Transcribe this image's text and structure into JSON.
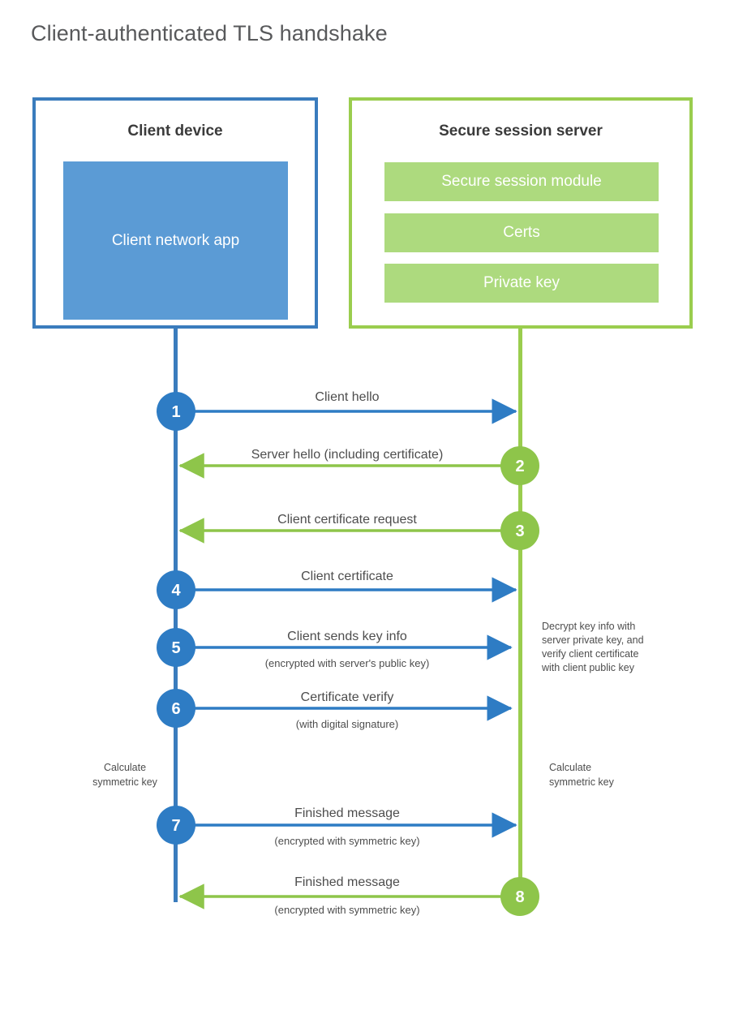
{
  "title": "Client-authenticated TLS handshake",
  "colors": {
    "client_accent": "#3a7cbd",
    "client_block": "#5b9bd5",
    "client_circle": "#2e7cc4",
    "server_accent": "#9acd4e",
    "server_block": "#adda7e",
    "server_circle": "#8ec54a",
    "text": "#4d4d4d",
    "title_text": "#58595b",
    "background": "#ffffff"
  },
  "client": {
    "title": "Client device",
    "block_label": "Client network app",
    "block_line1": "Client network",
    "block_line2": "app",
    "note_line1": "Calculate",
    "note_line2": "symmetric key"
  },
  "server": {
    "title": "Secure session server",
    "blocks": [
      {
        "label": "Secure session module"
      },
      {
        "label": "Certs"
      },
      {
        "label": "Private key"
      }
    ],
    "note_line1": "Calculate",
    "note_line2": "symmetric key",
    "process_note": {
      "line1": "Decrypt key info with",
      "line2": "server private key, and",
      "line3": "verify client certificate",
      "line4": "with client public key"
    }
  },
  "steps": [
    {
      "number": "1",
      "label": "Client hello",
      "sublabel": "",
      "direction": "client-to-server",
      "origin": "client"
    },
    {
      "number": "2",
      "label": "Server hello (including certificate)",
      "sublabel": "",
      "direction": "server-to-client",
      "origin": "server"
    },
    {
      "number": "3",
      "label": "Client certificate request",
      "sublabel": "",
      "direction": "server-to-client",
      "origin": "server"
    },
    {
      "number": "4",
      "label": "Client certificate",
      "sublabel": "",
      "direction": "client-to-server",
      "origin": "client"
    },
    {
      "number": "5",
      "label": "Client sends key info",
      "sublabel": "(encrypted with server's public key)",
      "direction": "client-to-server",
      "origin": "client"
    },
    {
      "number": "6",
      "label": "Certificate verify",
      "sublabel": "(with digital signature)",
      "direction": "client-to-server",
      "origin": "client"
    },
    {
      "number": "7",
      "label": "Finished message",
      "sublabel": "(encrypted with symmetric key)",
      "direction": "client-to-server",
      "origin": "client"
    },
    {
      "number": "8",
      "label": "Finished message",
      "sublabel": "(encrypted with symmetric key)",
      "direction": "server-to-client",
      "origin": "server"
    }
  ]
}
